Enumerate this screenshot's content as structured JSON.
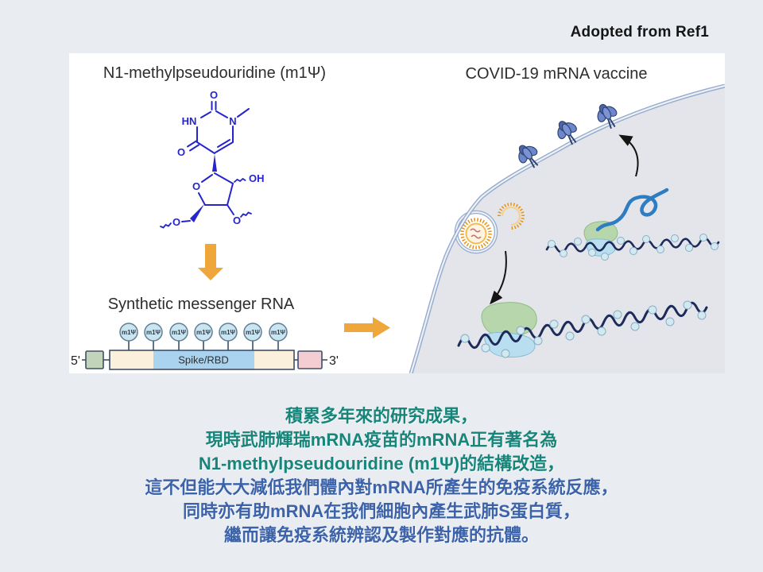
{
  "attribution": "Adopted from Ref1",
  "figure": {
    "left": {
      "title": "N1-methylpseudouridine (m1Ψ)",
      "molecule_atoms": {
        "o_top": "O",
        "hn": "HN",
        "n": "N",
        "o_left": "O",
        "o_ring": "O",
        "oh": "OH",
        "o3": "O",
        "o5": "O"
      },
      "rna_label": "Synthetic messenger RNA",
      "construct": {
        "five_prime": "5'",
        "three_prime": "3'",
        "m1psi": "m1Ψ",
        "m1psi_count": 7,
        "coding_label": "Spike/RBD",
        "colors": {
          "cap_box": "#c2d4ba",
          "utr_bar": "#faf0dc",
          "coding_region": "#aad3ef",
          "tail_box": "#f4cdd3",
          "m1psi_circle": "#c9e6f0"
        }
      }
    },
    "right": {
      "title": "COVID-19 mRNA vaccine"
    },
    "accent_arrow_color": "#efa63a",
    "molecule_color": "#2525cb",
    "mrna_strand_color": "#1d2b5a",
    "ribosome_colors": {
      "large_subunit": "#b8d6ab",
      "small_subunit": "#b9def0"
    },
    "lipid_color": "#e8930f"
  },
  "caption": {
    "lines": [
      {
        "text": "積累多年來的研究成果，",
        "color": "#17857a"
      },
      {
        "text": "現時武肺輝瑞mRNA疫苗的mRNA正有著名為",
        "color": "#17857a"
      },
      {
        "text": "N1-methylpseudouridine (m1Ψ)的結構改造，",
        "color": "#17857a"
      },
      {
        "text": "這不但能大大減低我們體內對mRNA所產生的免疫系統反應，",
        "color": "#3c63a9"
      },
      {
        "text": "同時亦有助mRNA在我們細胞內產生武肺S蛋白質，",
        "color": "#3c63a9"
      },
      {
        "text": "繼而讓免疫系統辨認及製作對應的抗體。",
        "color": "#3c63a9"
      }
    ]
  }
}
